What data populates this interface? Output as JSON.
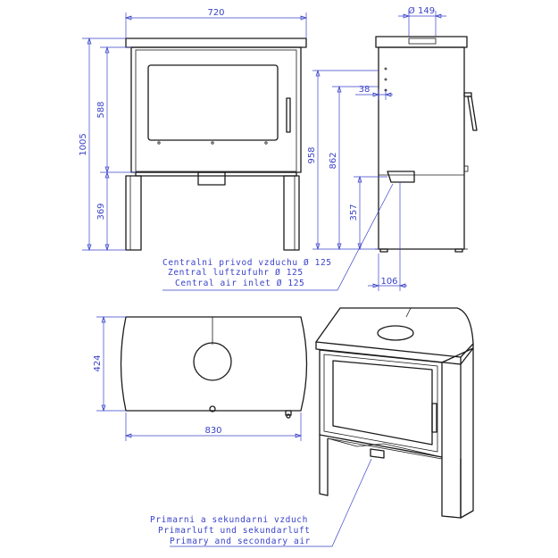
{
  "front_view": {
    "width": "720",
    "total_height": "1005",
    "firebox_height": "588",
    "base_height": "369"
  },
  "side_view": {
    "flue_diameter": "Ø 149",
    "flue_offset": "38",
    "height_958": "958",
    "height_862": "862",
    "inlet_height": "357",
    "inlet_offset": "106"
  },
  "top_view": {
    "depth": "424",
    "width": "830"
  },
  "notes": {
    "central_air": [
      "Centralni privod vzduchu Ø 125",
      "Zentral luftzufuhr Ø 125",
      "Central air inlet Ø 125"
    ],
    "primary_air": [
      "Primarni a sekundarni vzduch",
      "Primarluft und sekundarluft",
      "Primary and secondary air"
    ]
  },
  "colors": {
    "outline": "#1a1a1a",
    "dimension": "#3a42c8",
    "background": "#ffffff"
  }
}
